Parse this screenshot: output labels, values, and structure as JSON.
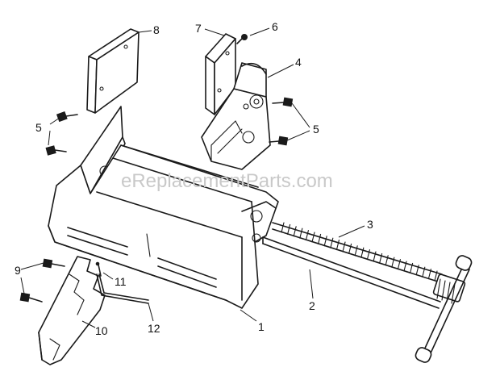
{
  "watermark": "eReplacementParts.com",
  "callouts": {
    "c1": "1",
    "c2": "2",
    "c3": "3",
    "c4": "4",
    "c5a": "5",
    "c5b": "5",
    "c6": "6",
    "c7": "7",
    "c8": "8",
    "c9": "9",
    "c10": "10",
    "c11": "11",
    "c12": "12"
  }
}
